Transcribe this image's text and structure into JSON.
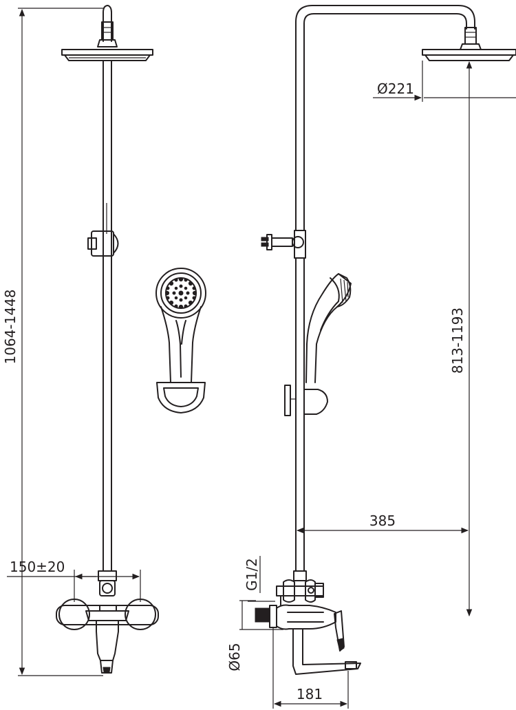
{
  "dimensions": {
    "total_height": "1064-1448",
    "centers": "150±20",
    "head_diameter": "Ø221",
    "head_height": "813-1193",
    "arm_reach": "385",
    "thread": "G1/2",
    "flange_diameter": "Ø65",
    "spout_depth": "181"
  },
  "colors": {
    "line": "#231f20",
    "background": "#ffffff"
  }
}
